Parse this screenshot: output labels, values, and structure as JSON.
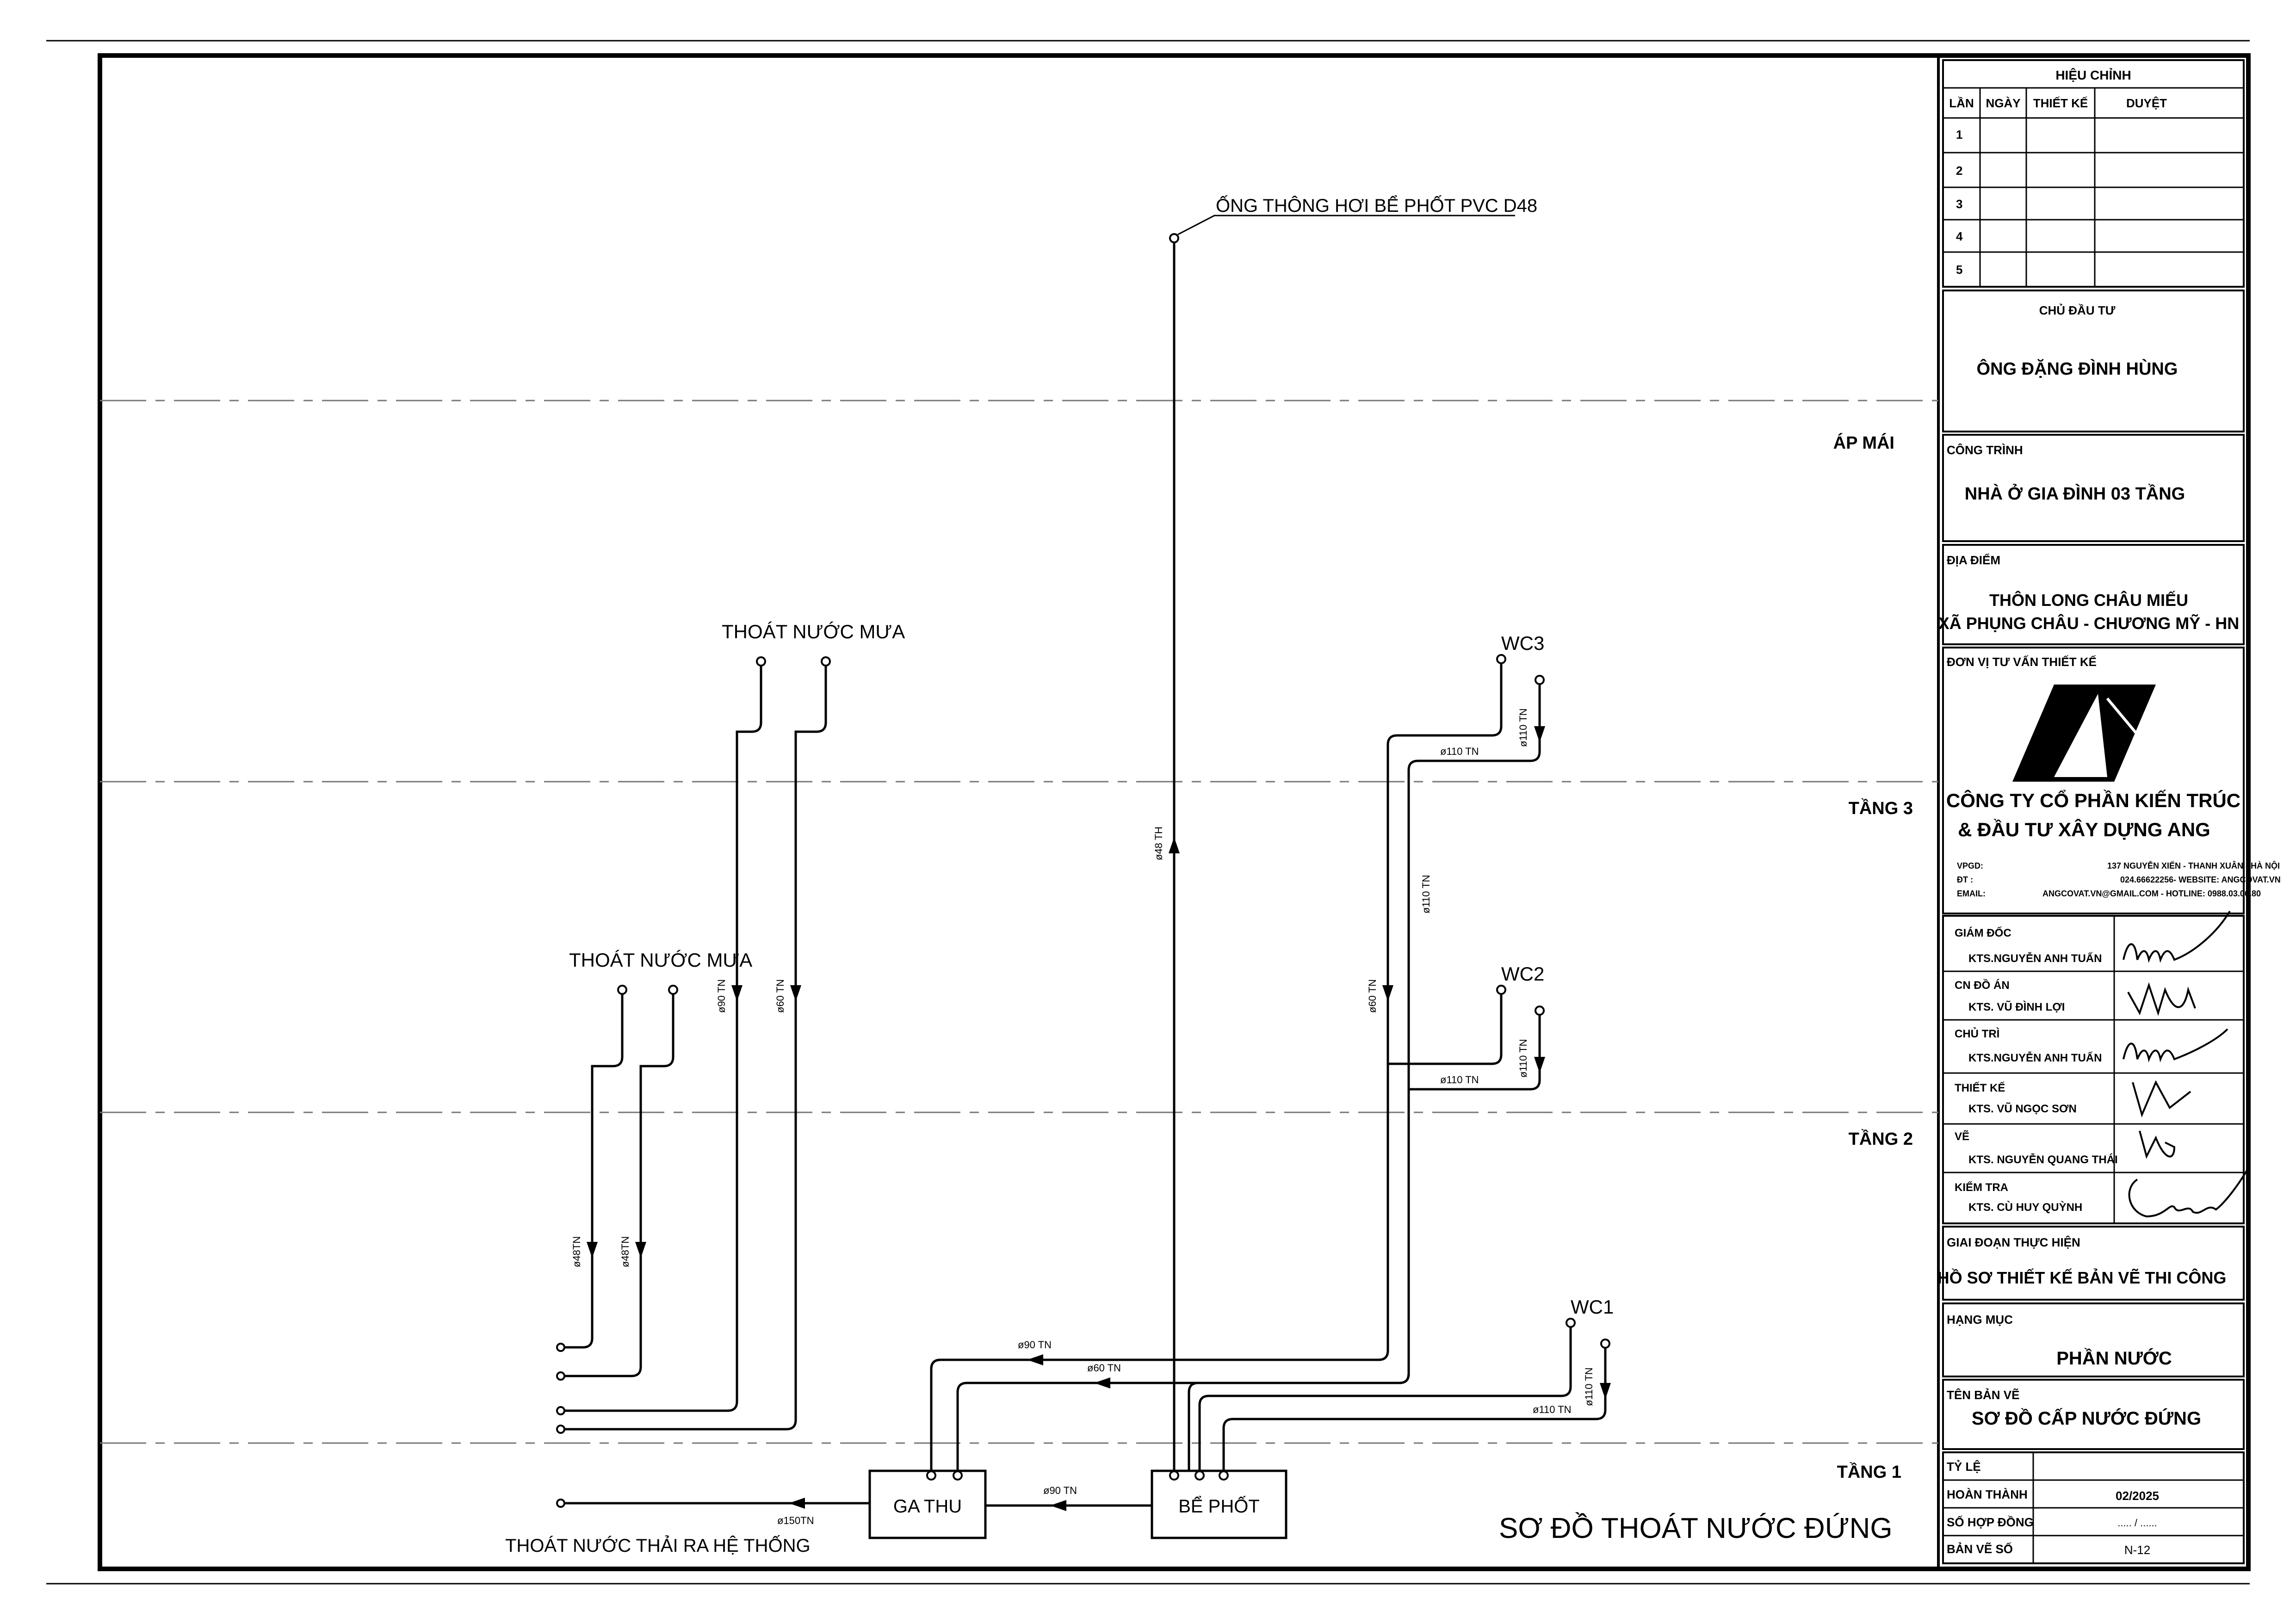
{
  "diagram": {
    "title": "SƠ ĐỒ THOÁT NƯỚC ĐỨNG",
    "floors": [
      "ÁP MÁI",
      "TẦNG 3",
      "TẦNG 2",
      "TẦNG 1"
    ],
    "vent_label": "ỐNG THÔNG HƠI BỂ PHỐT PVC D48",
    "rain_top_label": "THOÁT NƯỚC MƯA",
    "rain_left_label": "THOÁT NƯỚC MƯA",
    "wc_labels": [
      "WC3",
      "WC2",
      "WC1"
    ],
    "ga_thu": "GA THU",
    "be_phot": "BỂ PHỐT",
    "outflow_label": "THOÁT NƯỚC THẢI RA HỆ THỐNG",
    "pipe_labels": {
      "d110_tn": "ø110 TN",
      "d90_tn": "ø90 TN",
      "d60_tn": "ø60 TN",
      "d48_th": "ø48 TH",
      "d48tn": "ø48TN",
      "d150tn": "ø150TN"
    }
  },
  "title_block": {
    "revision": {
      "heading": "HIỆU CHỈNH",
      "columns": [
        "LẦN",
        "NGÀY",
        "THIẾT KẾ",
        "DUYỆT"
      ],
      "rows": [
        "1",
        "2",
        "3",
        "4",
        "5"
      ]
    },
    "owner_label": "CHỦ ĐẦU TƯ",
    "owner": "ÔNG ĐẶNG ĐÌNH HÙNG",
    "project_label": "CÔNG TRÌNH",
    "project": "NHÀ Ở GIA ĐÌNH 03 TẦNG",
    "location_label": "ĐỊA ĐIỂM",
    "location_line1": "THÔN LONG CHÂU MIẾU",
    "location_line2": "XÃ PHỤNG CHÂU - CHƯƠNG MỸ - HN",
    "consultant_label": "ĐƠN VỊ TƯ VẤN THIẾT KẾ",
    "company_line1": "CÔNG TY CỔ PHẦN KIẾN TRÚC",
    "company_line2": "& ĐẦU  TƯ XÂY DỰNG ANG",
    "contacts": [
      {
        "key": "VPGD:",
        "value": "137 NGUYỄN XIỂN - THANH XUÂN - HÀ NỘI"
      },
      {
        "key": "ĐT      :",
        "value": "024.66622256- WEBSITE: ANGCOVAT.VN"
      },
      {
        "key": "EMAIL:",
        "value": "ANGCOVAT.VN@GMAIL.COM - HOTLINE: 0988.03.06.80"
      }
    ],
    "signers": [
      {
        "role": "GIÁM ĐỐC",
        "name": "KTS.NGUYỄN ANH TUẤN"
      },
      {
        "role": "CN ĐỒ ÁN",
        "name": "KTS. VŨ ĐÌNH LỢI"
      },
      {
        "role": "CHỦ TRÌ",
        "name": "KTS.NGUYỄN ANH TUẤN"
      },
      {
        "role": "THIẾT KẾ",
        "name": "KTS. VŨ NGỌC SƠN"
      },
      {
        "role": "VẼ",
        "name": "KTS. NGUYỄN QUANG THÁI"
      },
      {
        "role": "KIỂM TRA",
        "name": "KTS. CÙ HUY QUỲNH"
      }
    ],
    "stage_label": "GIAI ĐOẠN THỰC HIỆN",
    "stage": "HỒ SƠ THIẾT KẾ BẢN VẼ THI CÔNG",
    "category_label": "HẠNG MỤC",
    "category": "PHẦN NƯỚC",
    "drawing_name_label": "TÊN BẢN VẼ",
    "drawing_name": "SƠ ĐỒ CẤP NƯỚC ĐỨNG",
    "scale_label": "TỶ LỆ",
    "scale": "",
    "completed_label": "HOÀN THÀNH",
    "completed": "02/2025",
    "contract_label": "SỐ HỢP ĐỒNG",
    "contract": "..... / ......",
    "sheet_label": "BẢN VẼ SỐ",
    "sheet": "N-12"
  }
}
